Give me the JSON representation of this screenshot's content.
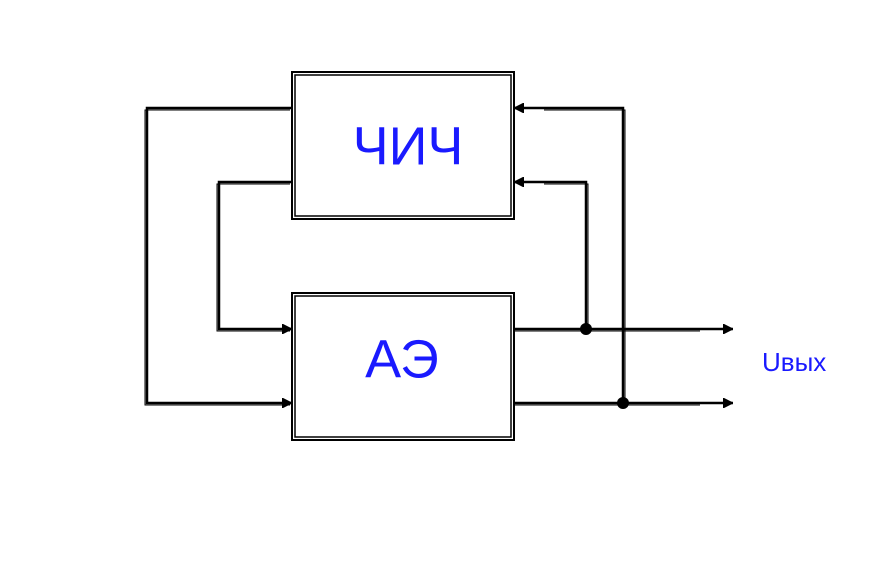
{
  "blocks": {
    "top": {
      "label": "ЧИЧ"
    },
    "bottom": {
      "label": "АЭ"
    }
  },
  "output": {
    "label": "Uвых"
  },
  "colors": {
    "line": "#000000",
    "label": "#1a1aff",
    "background": "#ffffff"
  }
}
